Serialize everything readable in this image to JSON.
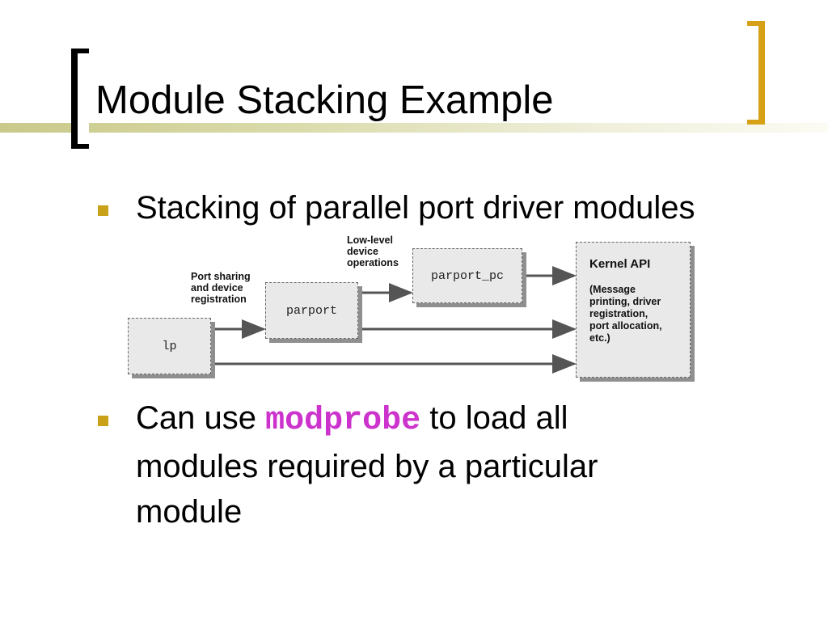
{
  "slide": {
    "title": "Module Stacking Example",
    "accent_color": "#d6a017",
    "bullet_color": "#c9a21a"
  },
  "bullets": [
    {
      "text": "Stacking of parallel port driver modules"
    },
    {
      "text_before": "Can use ",
      "code": "modprobe",
      "text_after_line1": " to load all",
      "line2": "modules required by a particular",
      "line3": "module"
    }
  ],
  "diagram": {
    "modules": {
      "lp": "lp",
      "parport": "parport",
      "parport_pc": "parport_pc"
    },
    "kernel_api": {
      "title": "Kernel API",
      "desc_lines": [
        "(Message",
        "printing, driver",
        "registration,",
        "port allocation,",
        "etc.)"
      ]
    },
    "labels": {
      "port_sharing": [
        "Port sharing",
        "and device",
        "registration"
      ],
      "low_level": [
        "Low-level",
        "device",
        "operations"
      ]
    }
  }
}
